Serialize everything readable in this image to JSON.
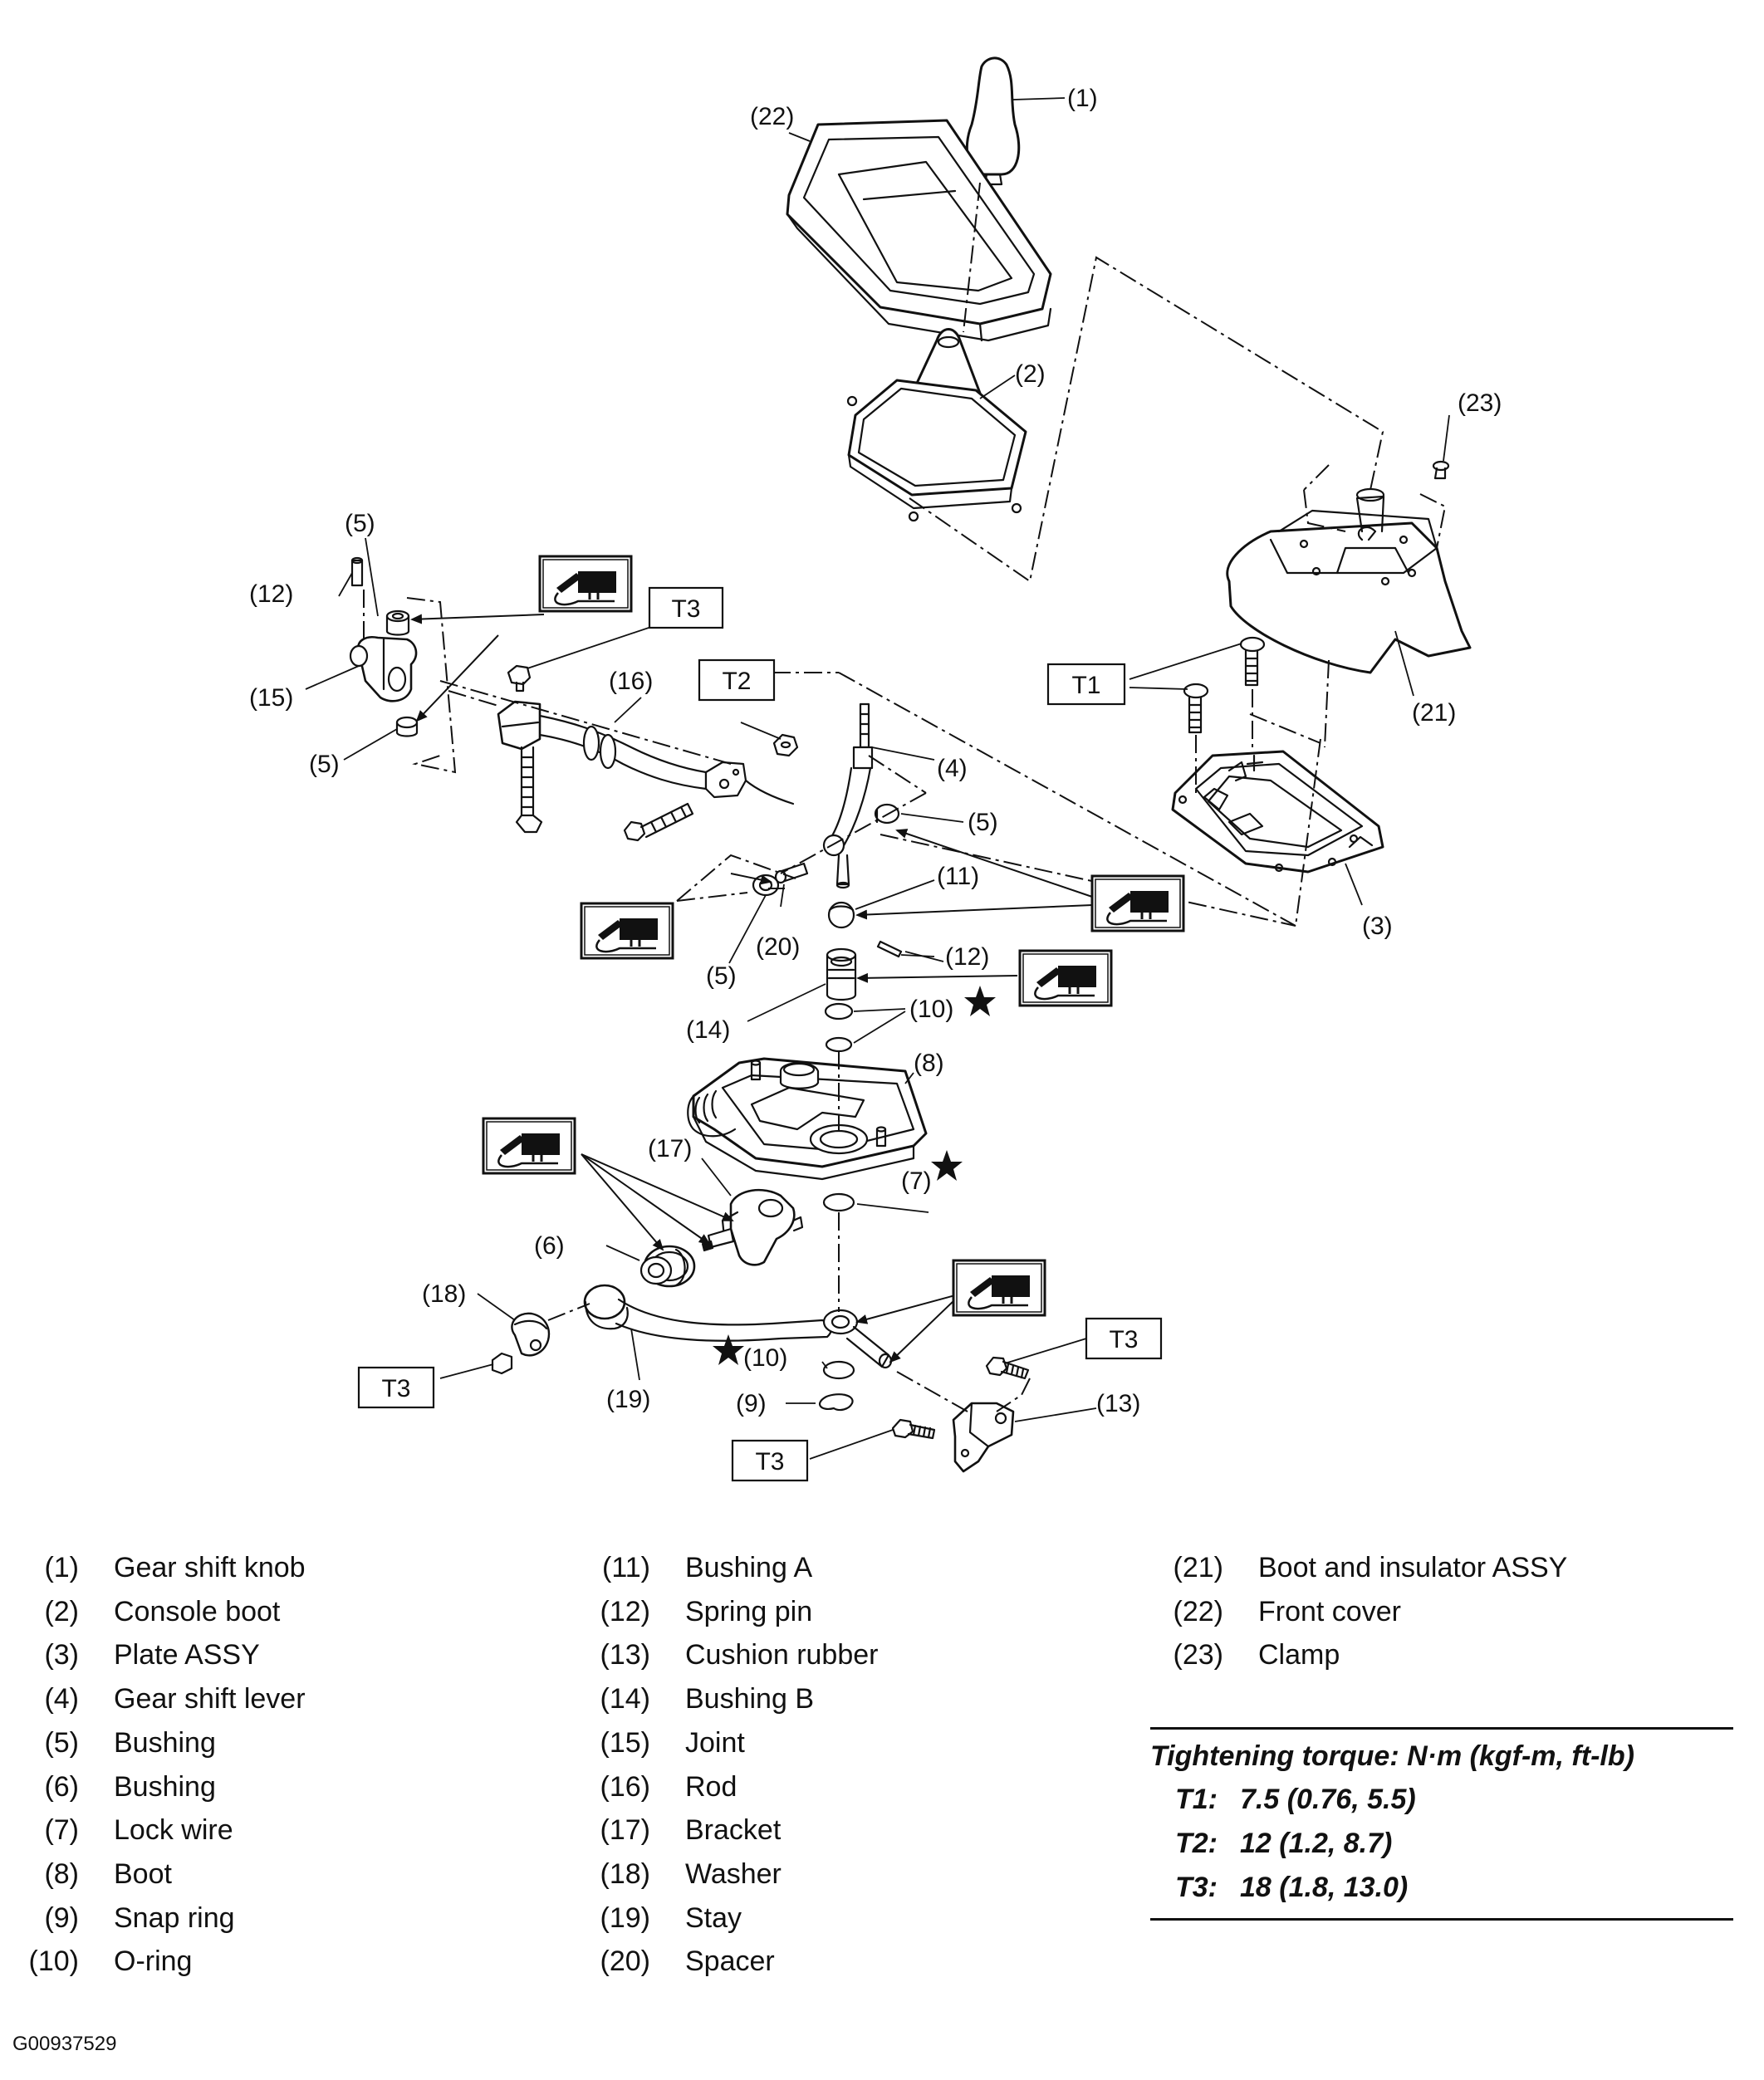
{
  "figure_id": "G00937529",
  "callouts": [
    "(1)",
    "(2)",
    "(3)",
    "(4)",
    "(5)",
    "(6)",
    "(7)",
    "(8)",
    "(9)",
    "(10)",
    "(11)",
    "(12)",
    "(13)",
    "(14)",
    "(15)",
    "(16)",
    "(17)",
    "(18)",
    "(19)",
    "(20)",
    "(21)",
    "(22)",
    "(23)"
  ],
  "torque_tags": [
    "T1",
    "T2",
    "T3"
  ],
  "icons": [
    "grease-gun-icon",
    "star-mark-icon"
  ],
  "parts": [
    {
      "num": "(1)",
      "name": "Gear shift knob"
    },
    {
      "num": "(2)",
      "name": "Console boot"
    },
    {
      "num": "(3)",
      "name": "Plate ASSY"
    },
    {
      "num": "(4)",
      "name": "Gear shift lever"
    },
    {
      "num": "(5)",
      "name": "Bushing"
    },
    {
      "num": "(6)",
      "name": "Bushing"
    },
    {
      "num": "(7)",
      "name": "Lock wire"
    },
    {
      "num": "(8)",
      "name": "Boot"
    },
    {
      "num": "(9)",
      "name": "Snap ring"
    },
    {
      "num": "(10)",
      "name": "O-ring"
    },
    {
      "num": "(11)",
      "name": "Bushing A"
    },
    {
      "num": "(12)",
      "name": "Spring pin"
    },
    {
      "num": "(13)",
      "name": "Cushion rubber"
    },
    {
      "num": "(14)",
      "name": "Bushing B"
    },
    {
      "num": "(15)",
      "name": "Joint"
    },
    {
      "num": "(16)",
      "name": "Rod"
    },
    {
      "num": "(17)",
      "name": "Bracket"
    },
    {
      "num": "(18)",
      "name": "Washer"
    },
    {
      "num": "(19)",
      "name": "Stay"
    },
    {
      "num": "(20)",
      "name": "Spacer"
    },
    {
      "num": "(21)",
      "name": "Boot and insulator ASSY"
    },
    {
      "num": "(22)",
      "name": "Front cover"
    },
    {
      "num": "(23)",
      "name": "Clamp"
    }
  ],
  "torque": {
    "title": "Tightening torque: N·m (kgf-m, ft-lb)",
    "rows": [
      {
        "key": "T1:",
        "value": "7.5 (0.76, 5.5)"
      },
      {
        "key": "T2:",
        "value": "12 (1.2, 8.7)"
      },
      {
        "key": "T3:",
        "value": "18 (1.8, 13.0)"
      }
    ]
  }
}
